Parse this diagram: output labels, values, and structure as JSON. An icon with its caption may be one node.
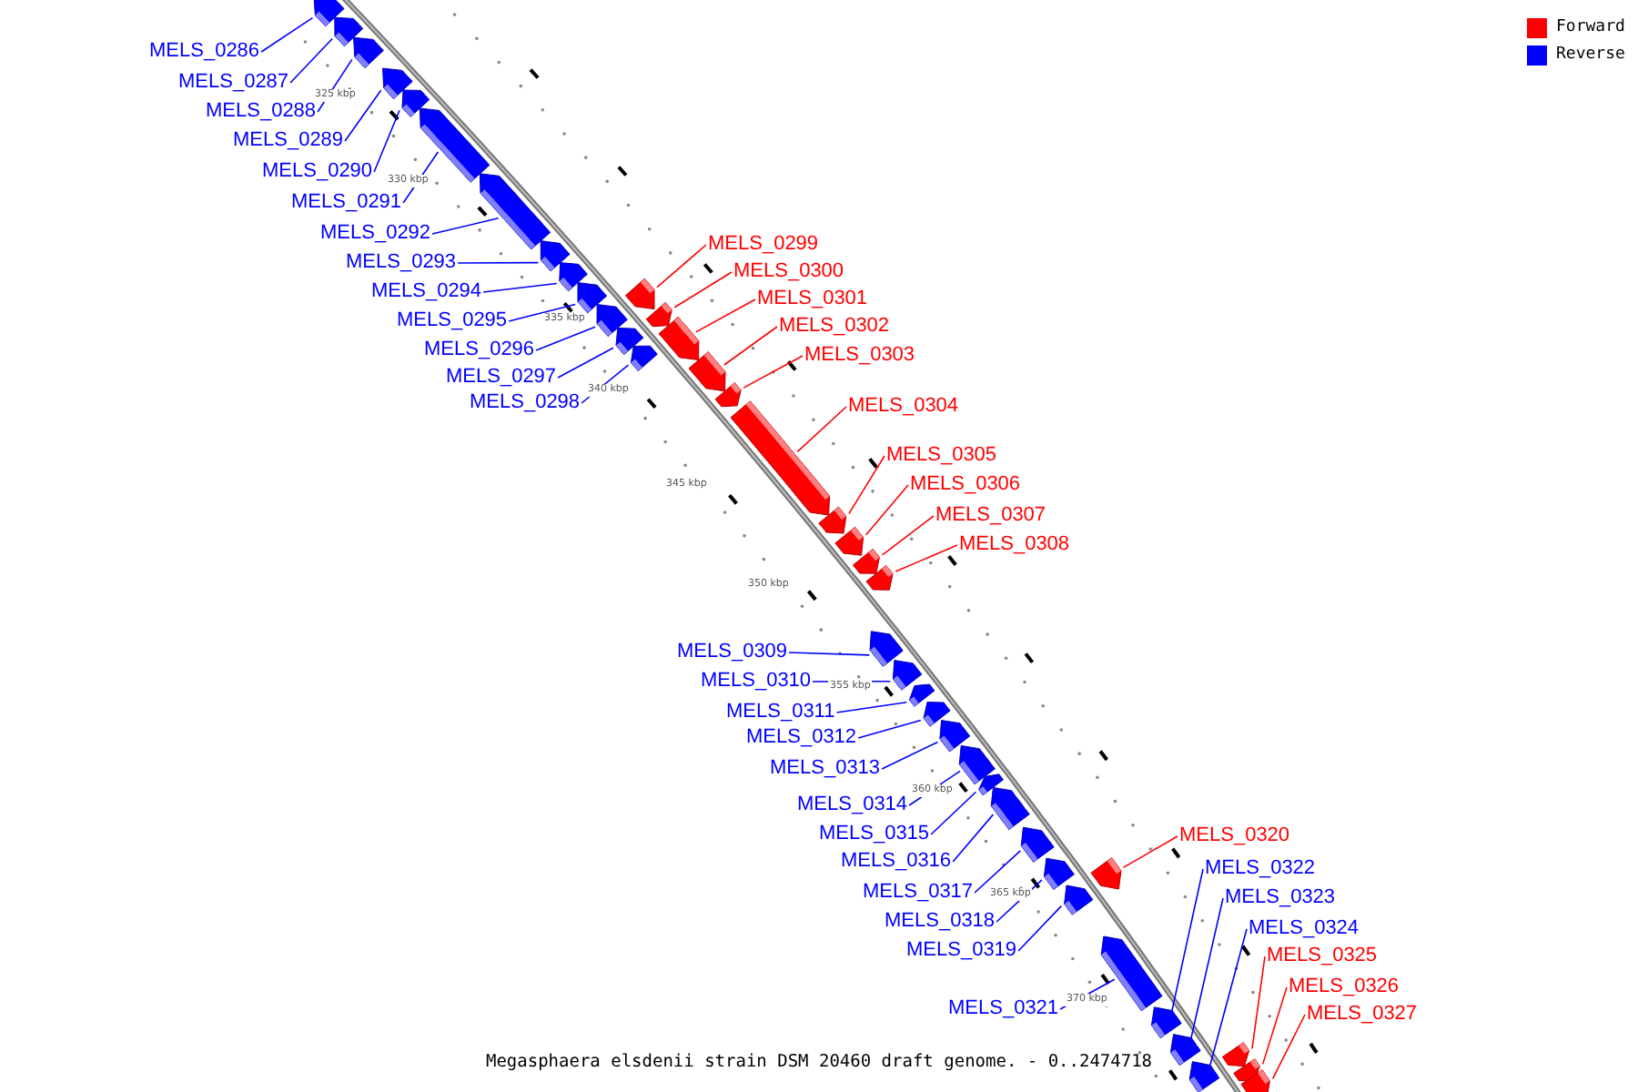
{
  "diagram": {
    "caption": "Megasphaera elsdenii strain DSM 20460 draft genome. - 0..2474718",
    "nodes": [
      {
        "text": [
          "MELS_0286"
        ]
      },
      {
        "text": [],
        "shape": "bar"
      },
      {
        "text": [
          "MELS_0287"
        ]
      },
      {
        "text": [],
        "shape": "bar"
      },
      {
        "text": [
          "MELS_0288"
        ]
      },
      {
        "text": [],
        "shape": "bar"
      },
      {
        "text": [
          "MELS_0289"
        ]
      },
      {
        "text": [],
        "shape": "bar"
      },
      {
        "text": [
          "MELS_0290"
        ]
      },
      {
        "text": [],
        "shape": "bar"
      },
      {
        "text": [
          "MELS_0291"
        ]
      },
      {
        "text": [],
        "shape": "bar"
      },
      {
        "text": [
          "MELS_0292"
        ]
      },
      {
        "text": [],
        "shape": "bar"
      },
      {
        "text": [
          "MELS_0293"
        ]
      },
      {
        "text": [],
        "shape": "bar"
      },
      {
        "text": [
          "MELS_0294"
        ]
      },
      {
        "text": [],
        "shape": "bar"
      },
      {
        "text": [
          "MELS_0295"
        ]
      },
      {
        "text": [],
        "shape": "bar"
      },
      {
        "text": [
          "MELS_0296"
        ]
      },
      {
        "text": [],
        "shape": "bar"
      },
      {
        "text": [
          "MELS_0297"
        ]
      },
      {
        "text": [],
        "shape": "bar"
      },
      {
        "text": [
          "MELS_0298"
        ]
      },
      {
        "text": [],
        "shape": "bar"
      },
      {
        "text": [
          "MELS_0299"
        ]
      },
      {
        "text": [],
        "shape": "bar"
      },
      {
        "text": [
          "MELS_0300"
        ]
      },
      {
        "text": [],
        "shape": "bar"
      },
      {
        "text": [
          "MELS_0301"
        ]
      },
      {
        "text": [],
        "shape": "bar"
      },
      {
        "text": [
          "MELS_0302"
        ]
      },
      {
        "text": [],
        "shape": "bar"
      },
      {
        "text": [
          "MELS_0303"
        ]
      },
      {
        "text": [],
        "shape": "bar"
      },
      {
        "text": [
          "MELS_0304"
        ]
      },
      {
        "text": [],
        "shape": "bar"
      },
      {
        "text": [
          "MELS_0305"
        ]
      },
      {
        "text": [],
        "shape": "bar"
      },
      {
        "text": [
          "MELS_0306"
        ]
      },
      {
        "text": [],
        "shape": "bar"
      },
      {
        "text": [
          "MELS_0307"
        ]
      },
      {
        "text": [],
        "shape": "bar"
      },
      {
        "text": [
          "MELS_0308"
        ]
      },
      {
        "text": [],
        "shape": "bar"
      },
      {
        "text": [
          "MELS_0309"
        ]
      },
      {
        "text": [],
        "shape": "bar"
      },
      {
        "text": [
          "MELS_0310"
        ]
      },
      {
        "text": [],
        "shape": "bar"
      },
      {
        "text": [
          "MELS_0311"
        ]
      },
      {
        "text": [],
        "shape": "bar"
      },
      {
        "text": [
          "MELS_0312"
        ]
      },
      {
        "text": [],
        "shape": "bar"
      },
      {
        "text": [
          "MELS_0313"
        ]
      },
      {
        "text": [],
        "shape": "bar"
      },
      {
        "text": [
          "MELS_0314"
        ]
      },
      {
        "text": [],
        "shape": "bar"
      },
      {
        "text": [
          "MELS_0315"
        ]
      },
      {
        "text": [],
        "shape": "bar"
      },
      {
        "text": [
          "MELS_0316"
        ]
      },
      {
        "text": [],
        "shape": "bar"
      },
      {
        "text": [
          "MELS_0317"
        ]
      },
      {
        "text": [],
        "shape": "bar"
      },
      {
        "text": [
          "MELS_0318"
        ]
      },
      {
        "text": [],
        "shape": "bar"
      },
      {
        "text": [
          "MELS_0319"
        ]
      },
      {
        "text": [],
        "shape": "bar"
      },
      {
        "text": [
          "MELS_0320"
        ]
      },
      {
        "text": [],
        "shape": "bar"
      },
      {
        "text": [
          "MELS_0321"
        ]
      },
      {
        "text": [],
        "shape": "bar"
      },
      {
        "text": [
          "MELS_0322"
        ]
      },
      {
        "text": [],
        "shape": "bar"
      },
      {
        "text": [
          "MELS_0323"
        ]
      },
      {
        "text": [],
        "shape": "bar"
      },
      {
        "text": [
          "MELS_0324"
        ]
      },
      {
        "text": [],
        "shape": "bar"
      },
      {
        "text": [
          "MELS_0325"
        ]
      },
      {
        "text": [],
        "shape": "bar"
      },
      {
        "text": [
          "MELS_0326"
        ]
      },
      {
        "text": [],
        "shape": "bar"
      },
      {
        "text": [
          "MELS_0327"
        ]
      },
      {
        "text": [],
        "shape": "bar"
      }
    ],
    "edges": [
      {
        "from": 0,
        "to": 1,
        "arrow": "none"
      },
      {
        "from": 2,
        "to": 3,
        "arrow": "none"
      },
      {
        "from": 4,
        "to": 5,
        "arrow": "none"
      },
      {
        "from": 6,
        "to": 7,
        "arrow": "none"
      },
      {
        "from": 8,
        "to": 9,
        "arrow": "none"
      },
      {
        "from": 10,
        "to": 11,
        "arrow": "none"
      },
      {
        "from": 12,
        "to": 13,
        "arrow": "none"
      },
      {
        "from": 14,
        "to": 15,
        "arrow": "none"
      },
      {
        "from": 16,
        "to": 17,
        "arrow": "none"
      },
      {
        "from": 18,
        "to": 19,
        "arrow": "none"
      },
      {
        "from": 20,
        "to": 21,
        "arrow": "none"
      },
      {
        "from": 22,
        "to": 23,
        "arrow": "none"
      },
      {
        "from": 24,
        "to": 25,
        "arrow": "none"
      },
      {
        "from": 26,
        "to": 27,
        "arrow": "none",
        "color": "#ff0000"
      },
      {
        "from": 28,
        "to": 29,
        "arrow": "none",
        "color": "#ff0000"
      },
      {
        "from": 30,
        "to": 31,
        "arrow": "none",
        "color": "#ff0000"
      },
      {
        "from": 32,
        "to": 33,
        "arrow": "none",
        "color": "#ff0000"
      },
      {
        "from": 34,
        "to": 35,
        "arrow": "none",
        "color": "#ff0000"
      },
      {
        "from": 36,
        "to": 37,
        "arrow": "none",
        "color": "#ff0000"
      },
      {
        "from": 38,
        "to": 39,
        "arrow": "none",
        "color": "#ff0000"
      },
      {
        "from": 40,
        "to": 41,
        "arrow": "none",
        "color": "#ff0000"
      },
      {
        "from": 42,
        "to": 43,
        "arrow": "none",
        "color": "#ff0000"
      },
      {
        "from": 44,
        "to": 45,
        "arrow": "none",
        "color": "#ff0000"
      },
      {
        "from": 46,
        "to": 47,
        "arrow": "none"
      },
      {
        "from": 48,
        "to": 49,
        "arrow": "none"
      },
      {
        "from": 50,
        "to": 51,
        "arrow": "none"
      },
      {
        "from": 52,
        "to": 53,
        "arrow": "none"
      },
      {
        "from": 54,
        "to": 55,
        "arrow": "none"
      },
      {
        "from": 56,
        "to": 57,
        "arrow": "none"
      },
      {
        "from": 58,
        "to": 59,
        "arrow": "none"
      },
      {
        "from": 60,
        "to": 61,
        "arrow": "none"
      },
      {
        "from": 62,
        "to": 63,
        "arrow": "none"
      },
      {
        "from": 64,
        "to": 65,
        "arrow": "none"
      },
      {
        "from": 66,
        "to": 67,
        "arrow": "none"
      },
      {
        "from": 68,
        "to": 69,
        "arrow": "none",
        "color": "#ff0000"
      },
      {
        "from": 70,
        "to": 71,
        "arrow": "none"
      },
      {
        "from": 72,
        "to": 73,
        "arrow": "none"
      },
      {
        "from": 74,
        "to": 75,
        "arrow": "none"
      },
      {
        "from": 76,
        "to": 77,
        "arrow": "none"
      },
      {
        "from": 78,
        "to": 79,
        "arrow": "none",
        "color": "#ff0000"
      },
      {
        "from": 80,
        "to": 81,
        "arrow": "none",
        "color": "#ff0000"
      },
      {
        "from": 82,
        "to": 83,
        "arrow": "none",
        "color": "#ff0000"
      }
    ],
    "labels": [
      "325 kbp",
      "330 kbp",
      "335 kbp",
      "340 kbp",
      "345 kbp",
      "350 kbp",
      "355 kbp",
      "360 kbp",
      "365 kbp",
      "370 kbp"
    ],
    "legend": [
      {
        "text": "Forward",
        "color": "#ff0000"
      },
      {
        "text": "Reverse",
        "color": "#0000ff"
      }
    ]
  }
}
